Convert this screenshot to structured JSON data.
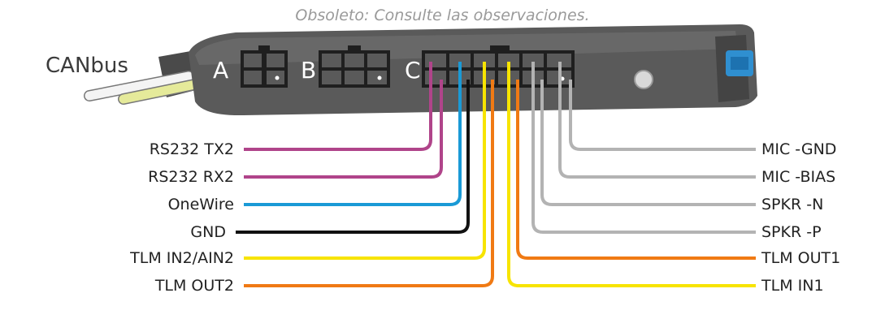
{
  "caption": "Obsoleto: Consulte las observaciones.",
  "cable_label": "CANbus",
  "ports": {
    "a": "A",
    "b": "B",
    "c": "C"
  },
  "left_labels": [
    "RS232 TX2",
    "RS232 RX2",
    "OneWire",
    "GND",
    "TLM IN2/AIN2",
    "TLM OUT2"
  ],
  "right_labels": [
    "MIC -GND",
    "MIC -BIAS",
    "SPKR -N",
    "SPKR -P",
    "TLM OUT1",
    "TLM IN1"
  ],
  "wire_colors": {
    "magenta": "#b0448a",
    "blue": "#1a9ad6",
    "black": "#111111",
    "yellow": "#f7e400",
    "orange": "#f07a14",
    "gray": "#b3b3b3"
  }
}
